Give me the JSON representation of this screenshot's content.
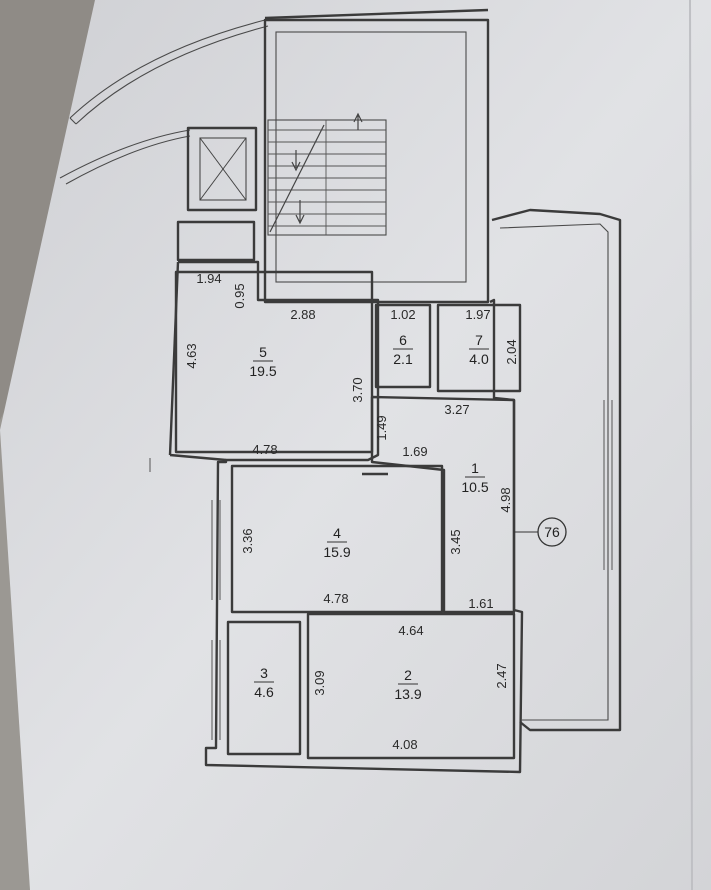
{
  "plan": {
    "apartment_number": "76",
    "rooms": [
      {
        "id": "room-1",
        "number": "1",
        "area": "10.5"
      },
      {
        "id": "room-2",
        "number": "2",
        "area": "13.9"
      },
      {
        "id": "room-3",
        "number": "3",
        "area": "4.6"
      },
      {
        "id": "room-4",
        "number": "4",
        "area": "15.9"
      },
      {
        "id": "room-5",
        "number": "5",
        "area": "19.5"
      },
      {
        "id": "room-6",
        "number": "6",
        "area": "2.1"
      },
      {
        "id": "room-7",
        "number": "7",
        "area": "4.0"
      }
    ],
    "dimensions": [
      "1.94",
      "0.95",
      "2.88",
      "4.63",
      "3.70",
      "1.02",
      "1.97",
      "2.04",
      "3.27",
      "1.49",
      "1.69",
      "4.78",
      "4.98",
      "3.36",
      "3.45",
      "4.78",
      "1.61",
      "4.64",
      "3.09",
      "2.47",
      "4.08"
    ]
  },
  "colors": {
    "paper": "#dcdde0",
    "wall": "#3b3b3b",
    "watermark_purple": "#a2447f",
    "watermark_teal": "#33b5a6"
  }
}
